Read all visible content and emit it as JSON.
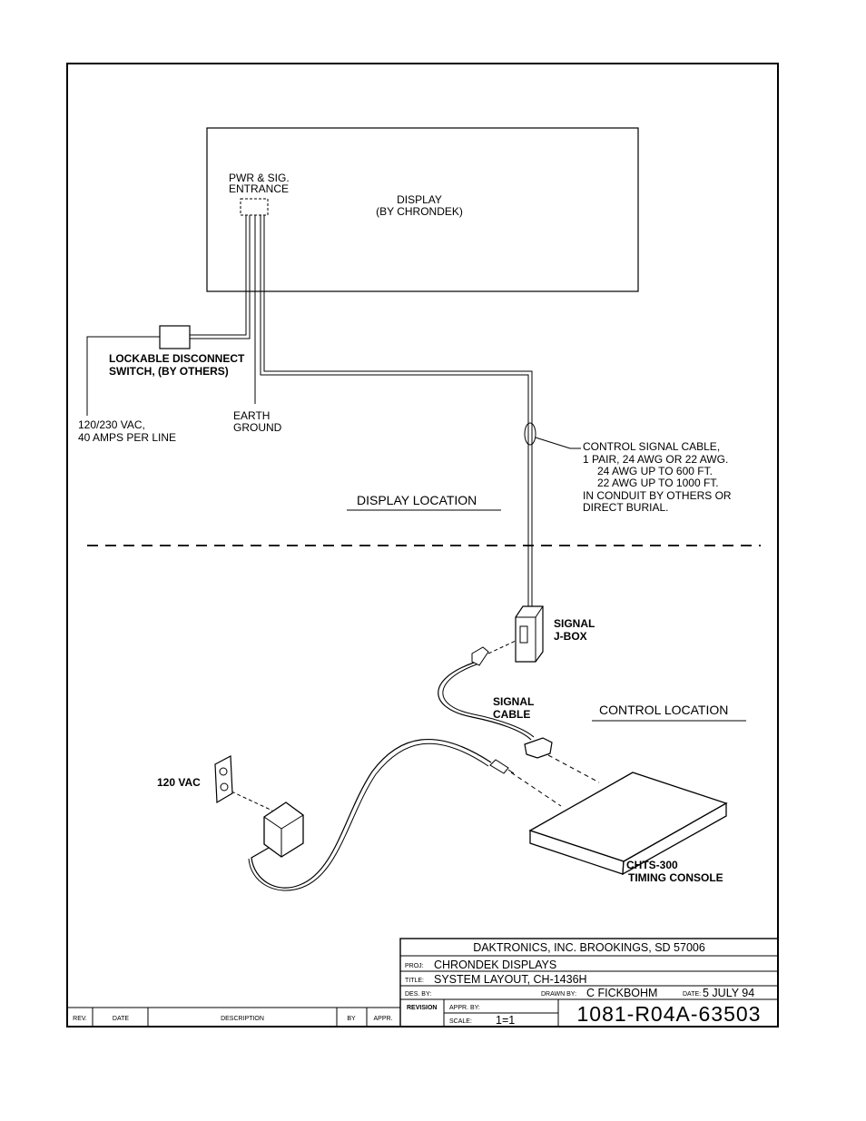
{
  "labels": {
    "entrance": [
      "PWR & SIG.",
      "ENTRANCE"
    ],
    "display": [
      "DISPLAY",
      "(BY CHRONDEK)"
    ],
    "disconnect": [
      "LOCKABLE DISCONNECT",
      "SWITCH, (BY OTHERS)"
    ],
    "power": [
      "120/230 VAC,",
      "40 AMPS PER LINE"
    ],
    "ground": [
      "EARTH",
      "GROUND"
    ],
    "cable_note": [
      "CONTROL SIGNAL CABLE,",
      "1 PAIR, 24 AWG OR 22 AWG.",
      "24 AWG UP TO 600 FT.",
      "22 AWG UP TO 1000 FT.",
      "IN CONDUIT BY OTHERS OR",
      "DIRECT BURIAL."
    ],
    "display_location": "DISPLAY LOCATION",
    "jbox": [
      "SIGNAL",
      "J-BOX"
    ],
    "signal_cable": [
      "SIGNAL",
      "CABLE"
    ],
    "control_location": "CONTROL LOCATION",
    "outlet": "120 VAC",
    "console": [
      "CHTS-300",
      "TIMING CONSOLE"
    ]
  },
  "title_block": {
    "company": "DAKTRONICS, INC.   BROOKINGS, SD 57006",
    "proj_label": "PROJ:",
    "proj": "CHRONDEK DISPLAYS",
    "title_label": "TITLE:",
    "title": "SYSTEM LAYOUT, CH-1436H",
    "des_label": "DES. BY:",
    "drawn_label": "DRAWN BY:",
    "drawn": "C FICKBOHM",
    "date_label": "DATE:",
    "date": "5 JULY 94",
    "revision_label": "REVISION",
    "appr_label": "APPR. BY:",
    "scale_label": "SCALE:",
    "scale": "1=1",
    "doc_number": "1081-R04A-63503"
  },
  "revision_columns": [
    "REV.",
    "DATE",
    "DESCRIPTION",
    "BY",
    "APPR."
  ]
}
